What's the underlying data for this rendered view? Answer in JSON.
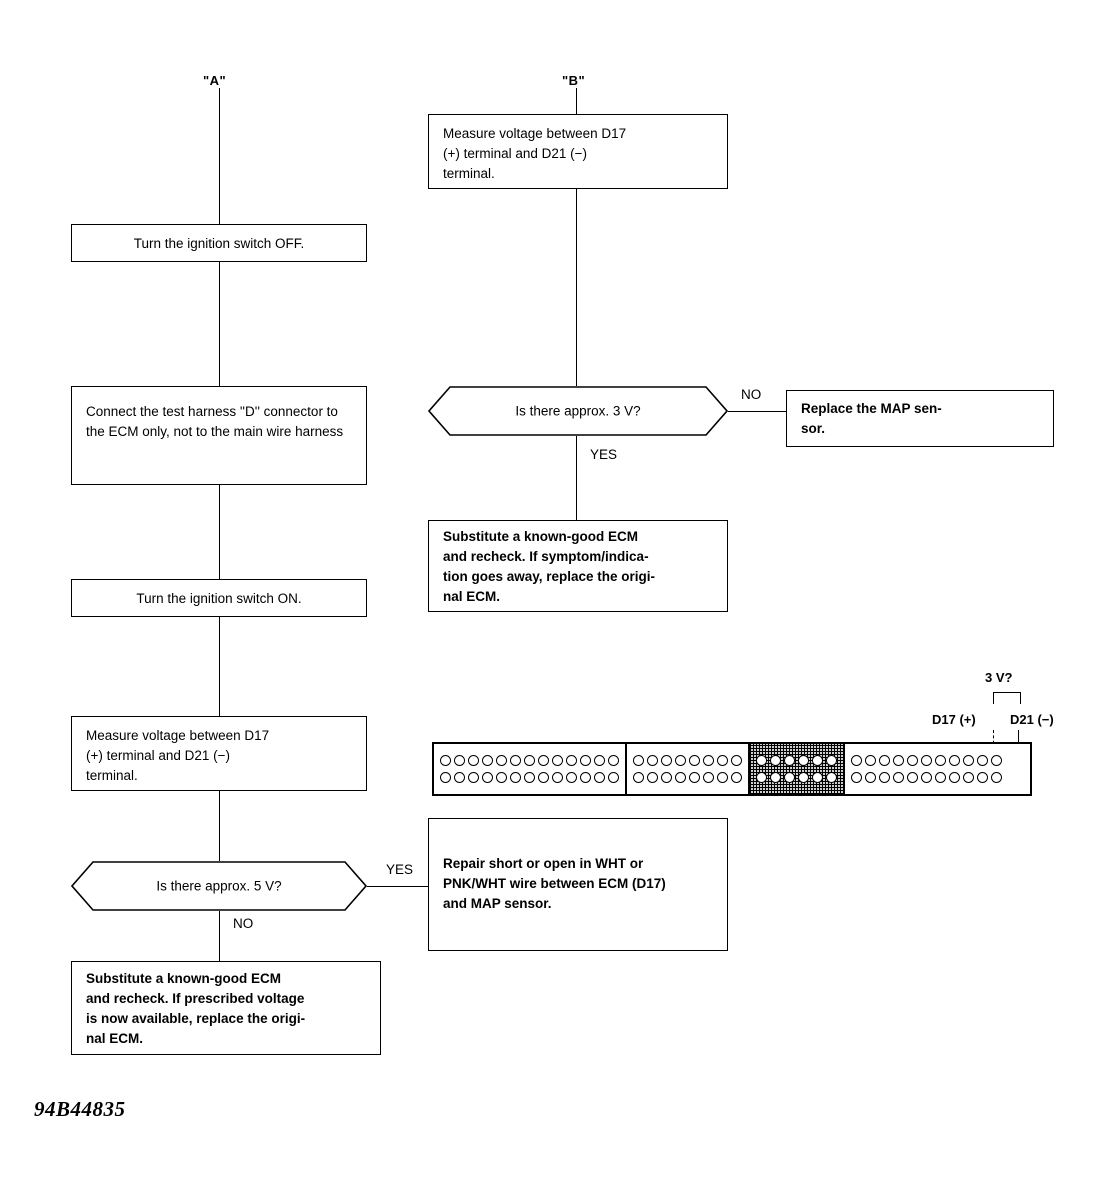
{
  "diagram": {
    "figure_code": "94B44835",
    "entry_tags": [
      {
        "name": "tag-a",
        "label": "\"A\""
      },
      {
        "name": "tag-b",
        "label": "\"B\""
      }
    ],
    "branch_a": {
      "steps": [
        {
          "id": "a1",
          "text": "Turn the ignition switch OFF."
        },
        {
          "id": "a2",
          "text": "Connect the test harness ''D'' connector to the ECM only, not to the main wire harness"
        },
        {
          "id": "a3",
          "text": "Turn the ignition switch ON."
        },
        {
          "id": "a4",
          "line1": "Measure  voltage  between  D17",
          "line2": "(+)  terminal  and  D21  (−)",
          "line3": "terminal."
        }
      ],
      "decision": {
        "id": "a-decision",
        "text": "Is there approx. 5 V?",
        "yes_label": "YES",
        "no_label": "NO"
      },
      "no_result": {
        "id": "a-no-result",
        "line1": "Substitute  a  known-good  ECM",
        "line2": "and recheck. If prescribed voltage",
        "line3": "is now available, replace the origi-",
        "line4": "nal ECM."
      },
      "yes_result": {
        "id": "a-yes-result",
        "line1": "Repair short or open in WHT or",
        "line2": "PNK/WHT wire between ECM (D17)",
        "line3": "and MAP sensor."
      }
    },
    "branch_b": {
      "step": {
        "id": "b1",
        "line1": "Measure  voltage  between  D17",
        "line2": "(+)  terminal  and  D21  (−)",
        "line3": "terminal."
      },
      "decision": {
        "id": "b-decision",
        "text": "Is there approx. 3 V?",
        "yes_label": "YES",
        "no_label": "NO"
      },
      "no_result": {
        "id": "b-no-result",
        "line1": "Replace the MAP sen-",
        "line2": "sor."
      },
      "yes_result": {
        "id": "b-yes-result",
        "line1": "Substitute  a  known-good  ECM",
        "line2": "and recheck. If symptom/indica-",
        "line3": "tion goes away, replace the origi-",
        "line4": "nal ECM."
      }
    },
    "connector": {
      "caption_voltage": "3 V?",
      "label_positive": "D17 (+)",
      "label_negative": "D21 (−)",
      "blocks": [
        {
          "name": "block-1",
          "pins_per_row": 13,
          "rows": 2,
          "shaded": false
        },
        {
          "name": "block-2",
          "pins_per_row": 8,
          "rows": 2,
          "shaded": false
        },
        {
          "name": "block-3",
          "pins_per_row": 6,
          "rows": 2,
          "shaded": true
        },
        {
          "name": "block-4",
          "pins_per_row": 11,
          "rows": 2,
          "shaded": false
        }
      ]
    }
  }
}
